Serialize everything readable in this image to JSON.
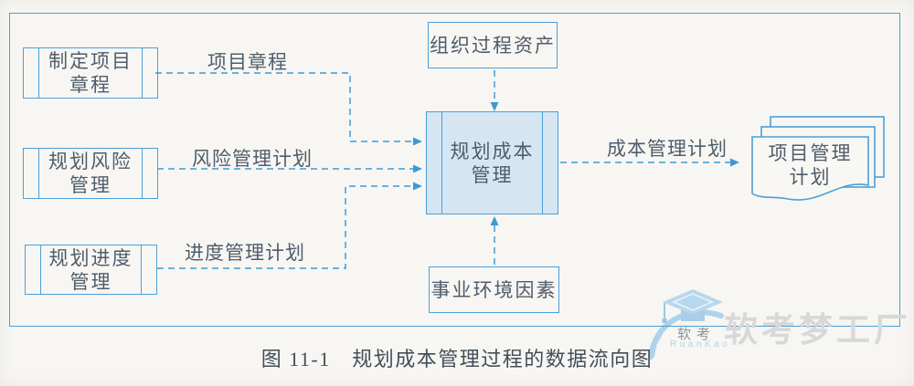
{
  "colors": {
    "accent": "#4d9fd6",
    "arrow": "#54a8dc",
    "box_fill": "#d6e5f2",
    "text": "#4f5d6b",
    "caption_text": "#434e58",
    "watermark_gray": "#d8d8d8",
    "watermark_blue": "#afd3ec",
    "background": "#f7f6f3"
  },
  "diagram": {
    "caption": "图 11-1　规划成本管理过程的数据流向图",
    "nodes": {
      "develop_charter": {
        "line1": "制定项目",
        "line2": "章程"
      },
      "plan_risk": {
        "line1": "规划风险",
        "line2": "管理"
      },
      "plan_schedule": {
        "line1": "规划进度",
        "line2": "管理"
      },
      "opa": {
        "label": "组织过程资产"
      },
      "plan_cost": {
        "line1": "规划成本",
        "line2": "管理"
      },
      "eef": {
        "label": "事业环境因素"
      },
      "pm_plan": {
        "line1": "项目管理",
        "line2": "计划"
      }
    },
    "edge_labels": {
      "project_charter": "项目章程",
      "risk_plan": "风险管理计划",
      "schedule_plan": "进度管理计划",
      "cost_plan": "成本管理计划"
    }
  },
  "watermark": {
    "cn_small": "软考",
    "en": "RuanKao",
    "cn_large": "软考梦工厂"
  }
}
